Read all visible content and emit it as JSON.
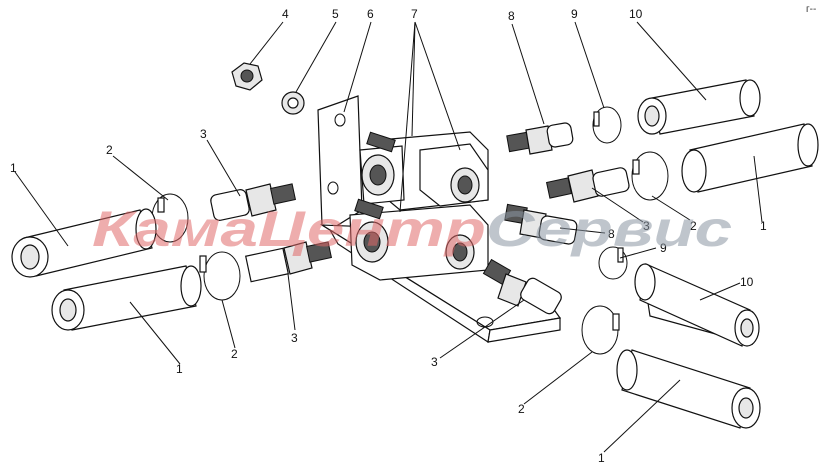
{
  "watermark": {
    "part1": "КамаЦентр",
    "part2": "Сервис",
    "color1": "#e06a6a",
    "color2": "#8a95a3"
  },
  "corner_mark": "г--",
  "callouts": [
    "1",
    "2",
    "3",
    "4",
    "5",
    "6",
    "7",
    "8",
    "9",
    "10",
    "2",
    "3",
    "1",
    "2",
    "8",
    "3",
    "9",
    "10",
    "2",
    "1",
    "3",
    "2",
    "1"
  ]
}
